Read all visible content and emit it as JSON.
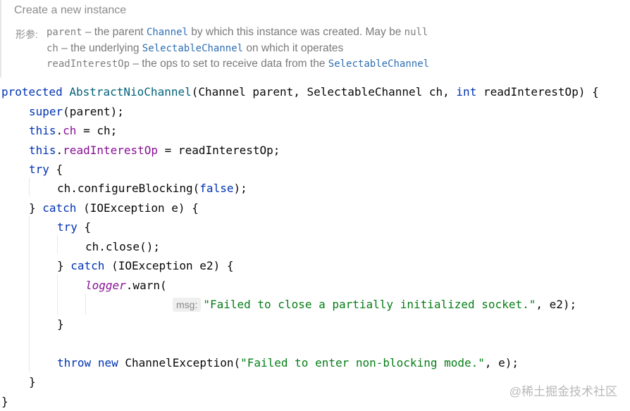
{
  "doc": {
    "title": "Create a new instance",
    "params_label": "形参:",
    "params": [
      {
        "name": "parent",
        "text": " – the parent ",
        "ref": "Channel",
        "text2": " by which this instance was created. May be ",
        "mono2": "null"
      },
      {
        "name": "ch",
        "text": " – the underlying ",
        "ref": "SelectableChannel",
        "text2": " on which it operates",
        "mono2": ""
      },
      {
        "name": "readInterestOp",
        "text": " – the ops to set to receive data from the ",
        "ref": "SelectableChannel",
        "text2": "",
        "mono2": ""
      }
    ]
  },
  "code": {
    "sig": {
      "kw1": "protected",
      "name": " AbstractNioChannel",
      "args_a": "(Channel parent, SelectableChannel ch, ",
      "kw2": "int",
      "args_b": " readInterestOp) {"
    },
    "l_super": {
      "kw": "super",
      "rest": "(parent);"
    },
    "l_this_ch": {
      "kw": "this",
      "dot": ".",
      "field": "ch",
      "rest": " = ch;"
    },
    "l_this_op": {
      "kw": "this",
      "dot": ".",
      "field": "readInterestOp",
      "rest": " = readInterestOp;"
    },
    "l_try1": {
      "kw": "try",
      "rest": " {"
    },
    "l_config": {
      "pre": "ch.configureBlocking(",
      "kw": "false",
      "rest": ");"
    },
    "l_catch1": {
      "pre": "} ",
      "kw": "catch",
      "rest": " (IOException e) {"
    },
    "l_try2": {
      "kw": "try",
      "rest": " {"
    },
    "l_close": {
      "text": "ch.close();"
    },
    "l_catch2": {
      "pre": "} ",
      "kw": "catch",
      "rest": " (IOException e2) {"
    },
    "l_logger": {
      "obj": "logger",
      "rest": ".warn("
    },
    "l_msg": {
      "hint": "msg:",
      "str": "\"Failed to close a partially initialized socket.\"",
      "rest": ", e2);"
    },
    "l_close_brace_inner": {
      "text": "}"
    },
    "l_throw": {
      "kw1": "throw",
      "sp": " ",
      "kw2": "new",
      "cls": " ChannelException(",
      "str": "\"Failed to enter non-blocking mode.\"",
      "rest": ", e);"
    },
    "l_close_brace_mid": {
      "text": "}"
    },
    "l_close_brace_outer": {
      "text": "}"
    }
  },
  "watermark": "@稀土掘金技术社区",
  "colors": {
    "keyword": "#0033b3",
    "field": "#871094",
    "string": "#067d17",
    "reference": "#2f6fb3"
  }
}
